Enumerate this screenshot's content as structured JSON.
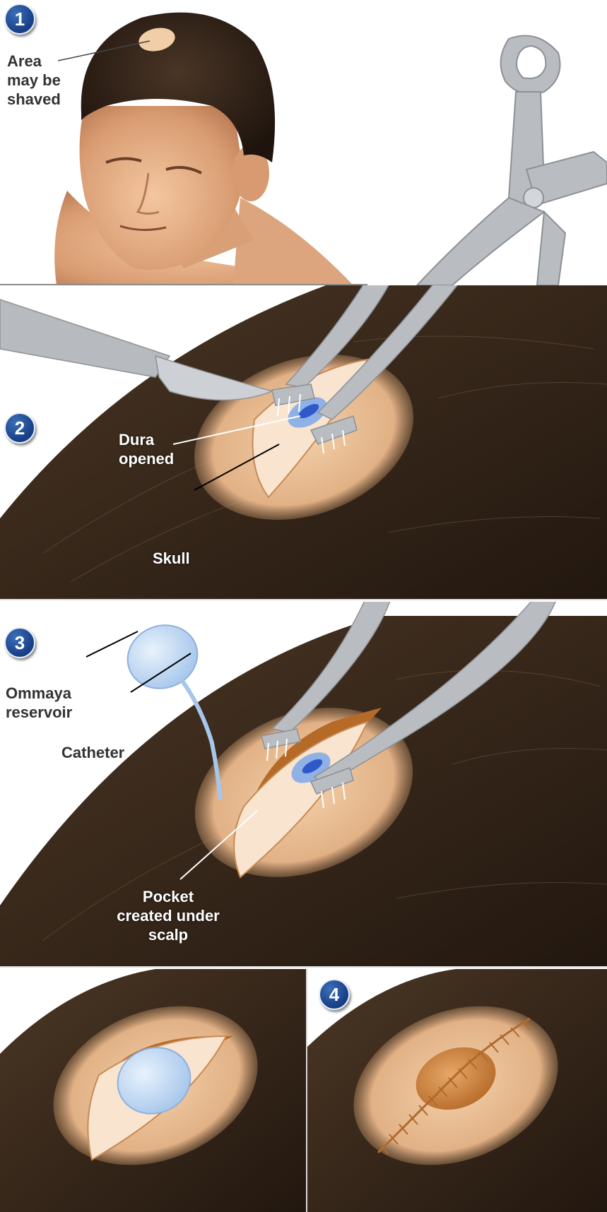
{
  "steps": {
    "one": "1",
    "two": "2",
    "three": "3",
    "four": "4"
  },
  "labels": {
    "area_line1": "Area",
    "area_line2": "may be",
    "area_line3": "shaved",
    "dura_line1": "Dura",
    "dura_line2": "opened",
    "skull": "Skull",
    "ommaya_line1": "Ommaya",
    "ommaya_line2": "reservoir",
    "catheter": "Catheter",
    "pocket_line1": "Pocket",
    "pocket_line2": "created under",
    "pocket_line3": "scalp"
  },
  "colors": {
    "badge": "#1f4b99",
    "hair": "#3a2a1c",
    "skin": "#e8b98a",
    "dura": "#2f58c8",
    "reservoir": "#bcd6f2",
    "instrument": "#b4b8bd"
  }
}
